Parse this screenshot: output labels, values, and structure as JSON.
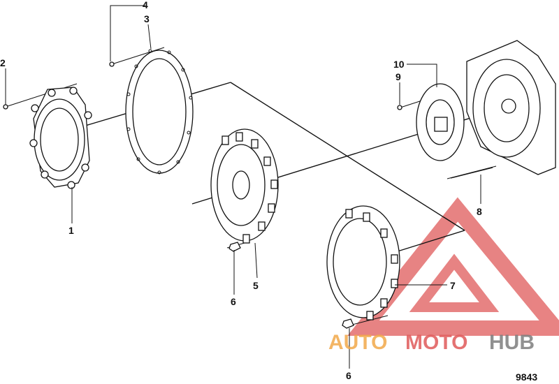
{
  "diagram": {
    "callouts": [
      "1",
      "2",
      "3",
      "4",
      "5",
      "6",
      "6",
      "7",
      "8",
      "9",
      "10"
    ],
    "figure_number": "9843"
  },
  "watermark": {
    "text_a": "AUTO",
    "text_b": "MOTO",
    "text_c": "HUB",
    "color_red": "#e05a5a",
    "color_orange": "#f2a94a",
    "color_gray": "#7d7d7d"
  }
}
